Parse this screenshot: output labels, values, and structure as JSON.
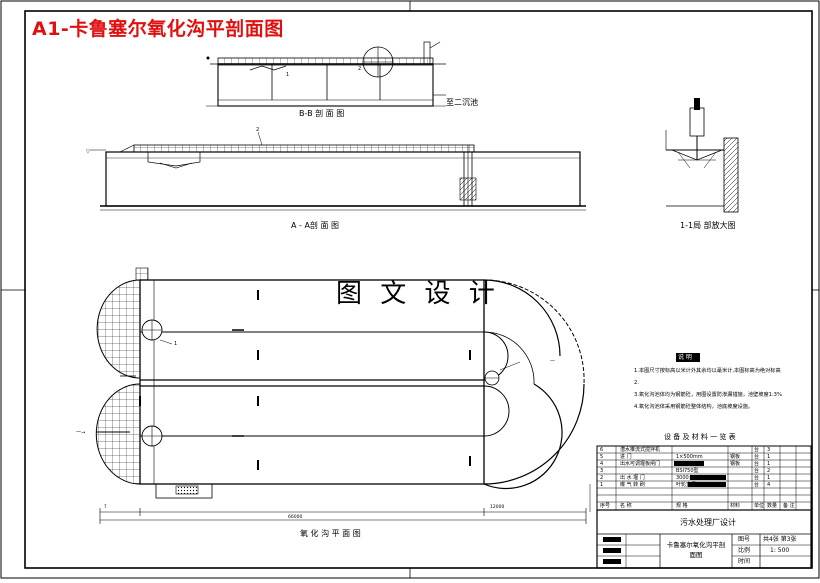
{
  "header": {
    "title": "A1-卡鲁塞尔氧化沟平剖面图"
  },
  "watermark": "图 文 设 计",
  "views": {
    "section_bb": "B-B 剖 面 图",
    "clarifier": "至二沉池",
    "section_aa": "A - A剖 面 图",
    "detail_11": "1-1局 部放大图",
    "plan": "氧 化 沟 平 面 图"
  },
  "notes": {
    "heading": "说 明",
    "lines": [
      "1.本图尺寸按标高以米计外其余均以毫米计,本图标高为绝对标高",
      "2.",
      "3.氧化沟池体均为钢筋砼，用圈设置防渗漏措施，池壁坡度1:3%",
      "4.氧化沟池体采用钢筋砼整体结构，池底坡度设施。"
    ]
  },
  "equipment_table": {
    "title": "设 备 及 材 料 一 览 表",
    "headers": [
      "序号",
      "名 称",
      "规 格",
      "材料",
      "单位",
      "数量",
      "备 注"
    ],
    "rows": [
      [
        "6",
        "潜水推流式搅拌机",
        "",
        "",
        "台",
        "3",
        ""
      ],
      [
        "5",
        "进 门",
        "1×500mm",
        "钢板",
        "台",
        "1",
        ""
      ],
      [
        "4",
        "出水可调堰板闸门",
        "",
        "钢板",
        "台",
        "1",
        ""
      ],
      [
        "3",
        "",
        "BSI750型",
        "",
        "台",
        "2",
        ""
      ],
      [
        "2",
        "出 水 堰 门",
        "3000×450",
        "",
        "台",
        "1",
        ""
      ],
      [
        "1",
        "曝 气 转 刷",
        "叶轮直径1000",
        "",
        "台",
        "4",
        ""
      ]
    ]
  },
  "title_block": {
    "company": "污水处理厂设计",
    "drawing": "卡鲁塞尔氧化沟平剖面图",
    "fields": [
      {
        "label": "图号",
        "value": "共4张 第3张"
      },
      {
        "label": "比例",
        "value": "1: 500"
      },
      {
        "label": "时间",
        "value": ""
      }
    ]
  }
}
